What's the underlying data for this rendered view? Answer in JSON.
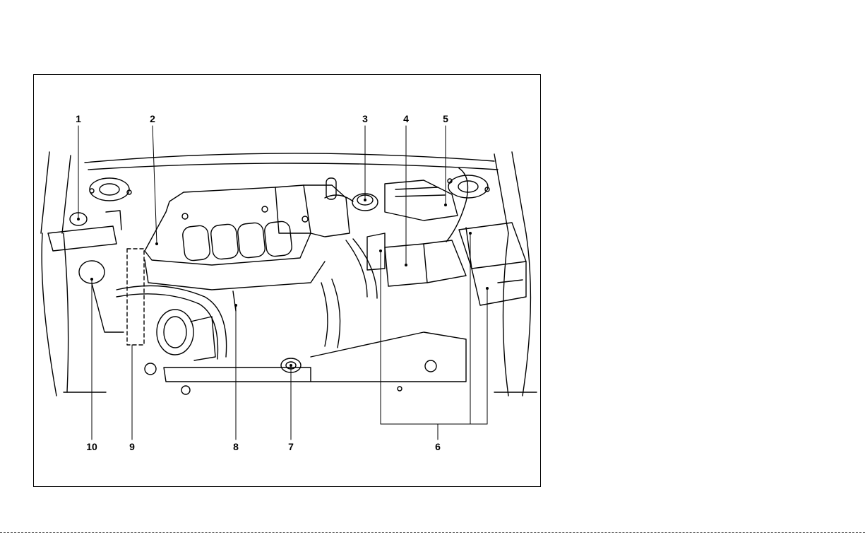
{
  "callouts": [
    {
      "number": "1"
    },
    {
      "number": "2"
    },
    {
      "number": "3"
    },
    {
      "number": "4"
    },
    {
      "number": "5"
    },
    {
      "number": "6"
    },
    {
      "number": "7"
    },
    {
      "number": "8"
    },
    {
      "number": "9"
    },
    {
      "number": "10"
    }
  ]
}
